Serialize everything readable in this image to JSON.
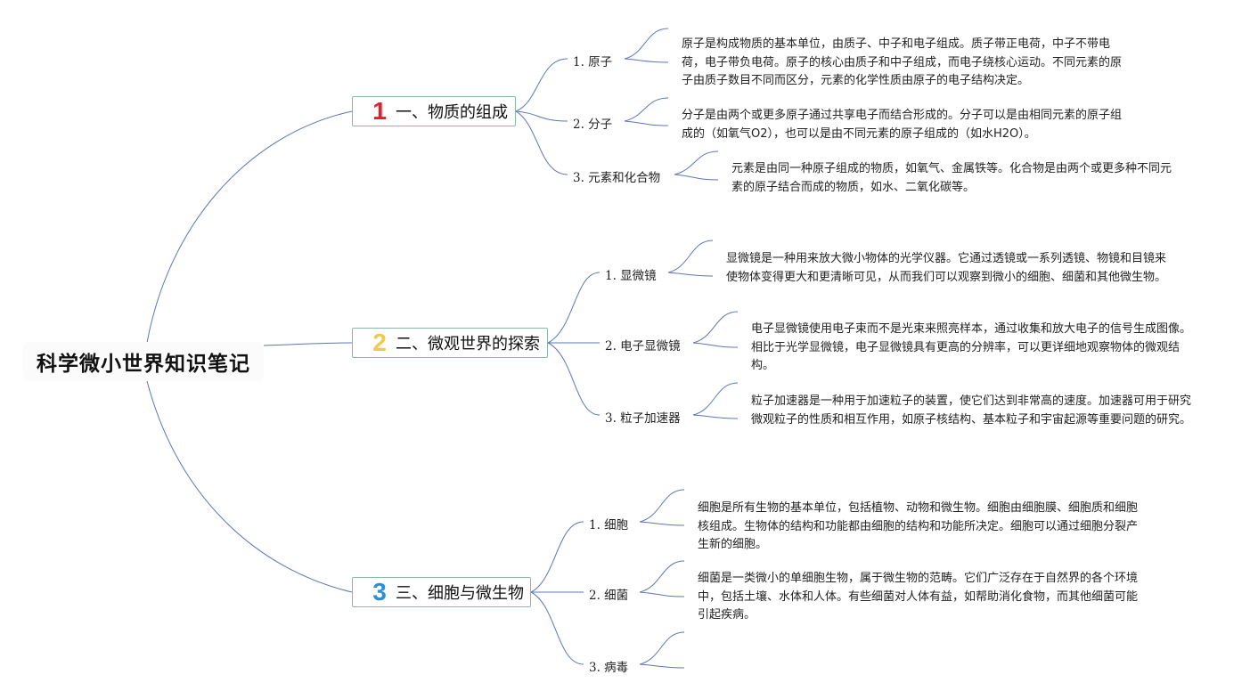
{
  "root": {
    "title": "科学微小世界知识笔记"
  },
  "sections": [
    {
      "number": "1",
      "title": "一、物质的组成",
      "topics": [
        {
          "label": "1. 原子",
          "note": "原子是构成物质的基本单位，由质子、中子和电子组成。质子带正电荷，中子不带电荷，电子带负电荷。原子的核心由质子和中子组成，而电子绕核心运动。不同元素的原子由质子数目不同而区分，元素的化学性质由原子的电子结构决定。"
        },
        {
          "label": "2. 分子",
          "note": "分子是由两个或更多原子通过共享电子而结合形成的。分子可以是由相同元素的原子组成的（如氧气O2），也可以是由不同元素的原子组成的（如水H2O）。"
        },
        {
          "label": "3. 元素和化合物",
          "note": "元素是由同一种原子组成的物质，如氧气、金属铁等。化合物是由两个或更多种不同元素的原子结合而成的物质，如水、二氧化碳等。"
        }
      ]
    },
    {
      "number": "2",
      "title": "二、微观世界的探索",
      "topics": [
        {
          "label": "1. 显微镜",
          "note": "显微镜是一种用来放大微小物体的光学仪器。它通过透镜或一系列透镜、物镜和目镜来使物体变得更大和更清晰可见，从而我们可以观察到微小的细胞、细菌和其他微生物。"
        },
        {
          "label": "2. 电子显微镜",
          "note": "电子显微镜使用电子束而不是光束来照亮样本，通过收集和放大电子的信号生成图像。相比于光学显微镜，电子显微镜具有更高的分辨率，可以更详细地观察物体的微观结构。"
        },
        {
          "label": "3. 粒子加速器",
          "note": "粒子加速器是一种用于加速粒子的装置，使它们达到非常高的速度。加速器可用于研究微观粒子的性质和相互作用，如原子核结构、基本粒子和宇宙起源等重要问题的研究。"
        }
      ]
    },
    {
      "number": "3",
      "title": "三、细胞与微生物",
      "topics": [
        {
          "label": "1. 细胞",
          "note": "细胞是所有生物的基本单位，包括植物、动物和微生物。细胞由细胞膜、细胞质和细胞核组成。生物体的结构和功能都由细胞的结构和功能所决定。细胞可以通过细胞分裂产生新的细胞。"
        },
        {
          "label": "2. 细菌",
          "note": "细菌是一类微小的单细胞生物，属于微生物的范畴。它们广泛存在于自然界的各个环境中，包括土壤、水体和人体。有些细菌对人体有益，如帮助消化食物，而其他细菌可能引起疾病。"
        },
        {
          "label": "3. 病毒",
          "note": ""
        }
      ]
    }
  ],
  "colors": {
    "line": "#5b77b8",
    "section_border": "#8db8a6",
    "num1": "#e0202e",
    "num2": "#f2c94c",
    "num3": "#2d8fd5"
  }
}
